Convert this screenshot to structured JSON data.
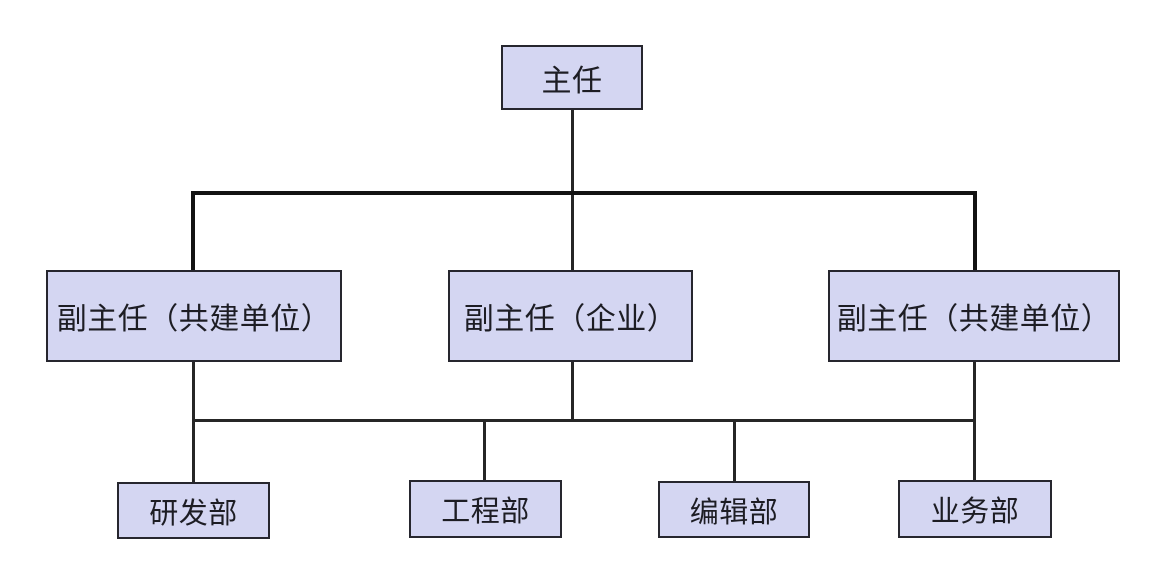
{
  "chart": {
    "type": "org-diagram",
    "colors": {
      "node_fill": "#d4d6f2",
      "node_border": "#26262e",
      "line": "#262626",
      "bus_line": "#121212",
      "background": "#ffffff",
      "text": "#1d1d24"
    },
    "nodes": {
      "director": {
        "label": "主任",
        "level": 1
      },
      "deputy_left": {
        "label": "副主任（共建单位）",
        "level": 2
      },
      "deputy_middle": {
        "label": "副主任（企业）",
        "level": 2
      },
      "deputy_right": {
        "label": "副主任（共建单位）",
        "level": 2
      },
      "dept_rd": {
        "label": "研发部",
        "level": 3
      },
      "dept_eng": {
        "label": "工程部",
        "level": 3
      },
      "dept_edit": {
        "label": "编辑部",
        "level": 3
      },
      "dept_biz": {
        "label": "业务部",
        "level": 3
      }
    },
    "edges": [
      {
        "from": "director",
        "to": "deputy_left"
      },
      {
        "from": "director",
        "to": "deputy_middle"
      },
      {
        "from": "director",
        "to": "deputy_right"
      },
      {
        "from": "deputies_bus",
        "to": "dept_rd"
      },
      {
        "from": "deputies_bus",
        "to": "dept_eng"
      },
      {
        "from": "deputies_bus",
        "to": "dept_edit"
      },
      {
        "from": "deputies_bus",
        "to": "dept_biz"
      }
    ]
  }
}
